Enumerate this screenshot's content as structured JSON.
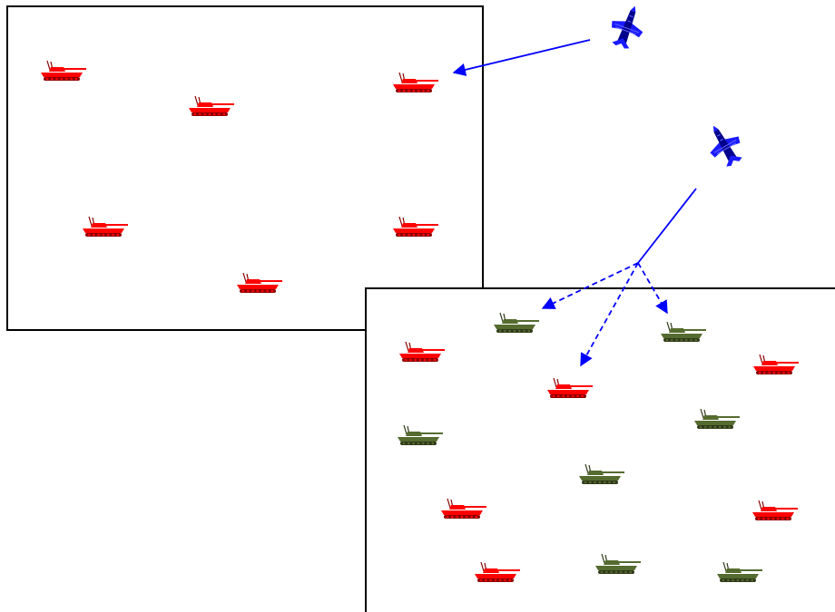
{
  "colors": {
    "background": "#ffffff",
    "frame_border": "#000000",
    "enemy_tank": "#ff0000",
    "enemy_tank_dark": "#8b0000",
    "friendly_tank": "#556b2f",
    "friendly_tank_dark": "#2f3a1a",
    "aircraft": "#1a1aff",
    "aircraft_dark": "#00008b",
    "arrow": "#0000ff"
  },
  "icons": {
    "enemy_tank": "tank-icon",
    "friendly_tank": "tank-icon",
    "aircraft": "fighter-jet-icon"
  },
  "frames": [
    {
      "name": "upper-left-field",
      "tanks": [
        "enemy",
        "enemy",
        "enemy",
        "enemy",
        "enemy",
        "enemy"
      ]
    },
    {
      "name": "lower-right-field",
      "tanks": [
        "friendly",
        "friendly",
        "enemy",
        "enemy",
        "enemy",
        "friendly",
        "friendly",
        "friendly",
        "enemy",
        "enemy",
        "friendly",
        "enemy",
        "friendly"
      ]
    }
  ],
  "aircraft_count": 2,
  "arrows": {
    "solid": 2,
    "dashed": 3
  }
}
